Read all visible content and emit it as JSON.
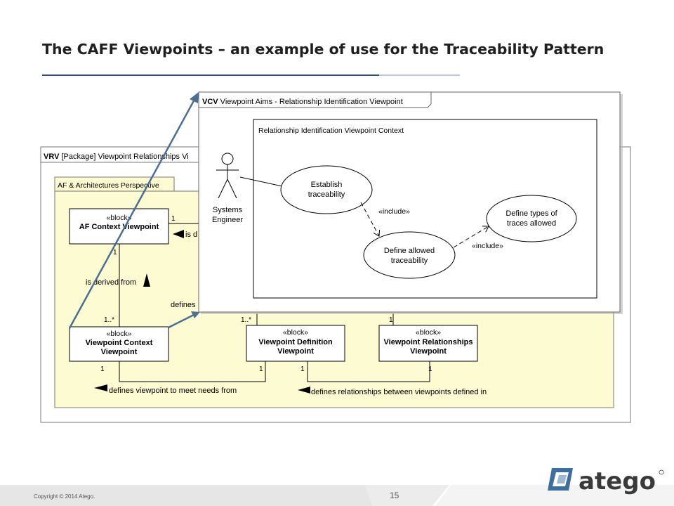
{
  "slide": {
    "title": "The CAFF Viewpoints – an example of use for the Traceability Pattern",
    "copyright": "Copyright © 2014 Atego.",
    "page_number": "15",
    "logo_text": "atego"
  },
  "vrv": {
    "frame_label_bold": "VRV",
    "frame_label_rest": " [Package] Viewpoint Relationships Vi",
    "perspective_tab": "AF & Architectures Perspective",
    "blocks": {
      "af_context": {
        "stereotype": "«block»",
        "line1": "AF Context Viewpoint"
      },
      "vp_context": {
        "stereotype": "«block»",
        "line1": "Viewpoint Context",
        "line2": "Viewpoint"
      },
      "vp_definition": {
        "stereotype": "«block»",
        "line1": "Viewpoint Definition",
        "line2": "Viewpoint"
      },
      "vp_relationships": {
        "stereotype": "«block»",
        "line1": "Viewpoint Relationships",
        "line2": "Viewpoint"
      }
    },
    "labels": {
      "is_derived_from": "is derived from",
      "is_d": "is d",
      "defines": "defines",
      "defines_viewpoint": "defines viewpoint to meet needs from",
      "defines_relationships": "defines relationships between viewpoints defined in"
    },
    "multiplicities": {
      "af_right": "1",
      "af_bottom": "1",
      "ctx_top": "1..*",
      "def_top": "1..*",
      "rel_top": "1",
      "ctx_bottom": "1",
      "def_bottom_left": "1",
      "def_bottom_right": "1",
      "rel_bottom": "1"
    }
  },
  "vcv": {
    "frame_label_bold": "VCV",
    "frame_label_rest": " Viewpoint Aims - Relationship Identification Viewpoint",
    "context_title": "Relationship Identification Viewpoint Context",
    "actor": {
      "line1": "Systems",
      "line2": "Engineer"
    },
    "use_cases": {
      "establish": {
        "line1": "Establish",
        "line2": "traceability"
      },
      "define_allowed": {
        "line1": "Define allowed",
        "line2": "traceability"
      },
      "define_types": {
        "line1": "Define types of",
        "line2": "traces allowed"
      }
    },
    "include_1": "«include»",
    "include_2": "«include»"
  },
  "colors": {
    "package_fill": "#fdfbd2",
    "arrow_blue": "#4a6f93",
    "title_rule": "#2f4f6f",
    "footer_gray": "#e6e6e6",
    "logo_blue": "#3b6fa0"
  }
}
